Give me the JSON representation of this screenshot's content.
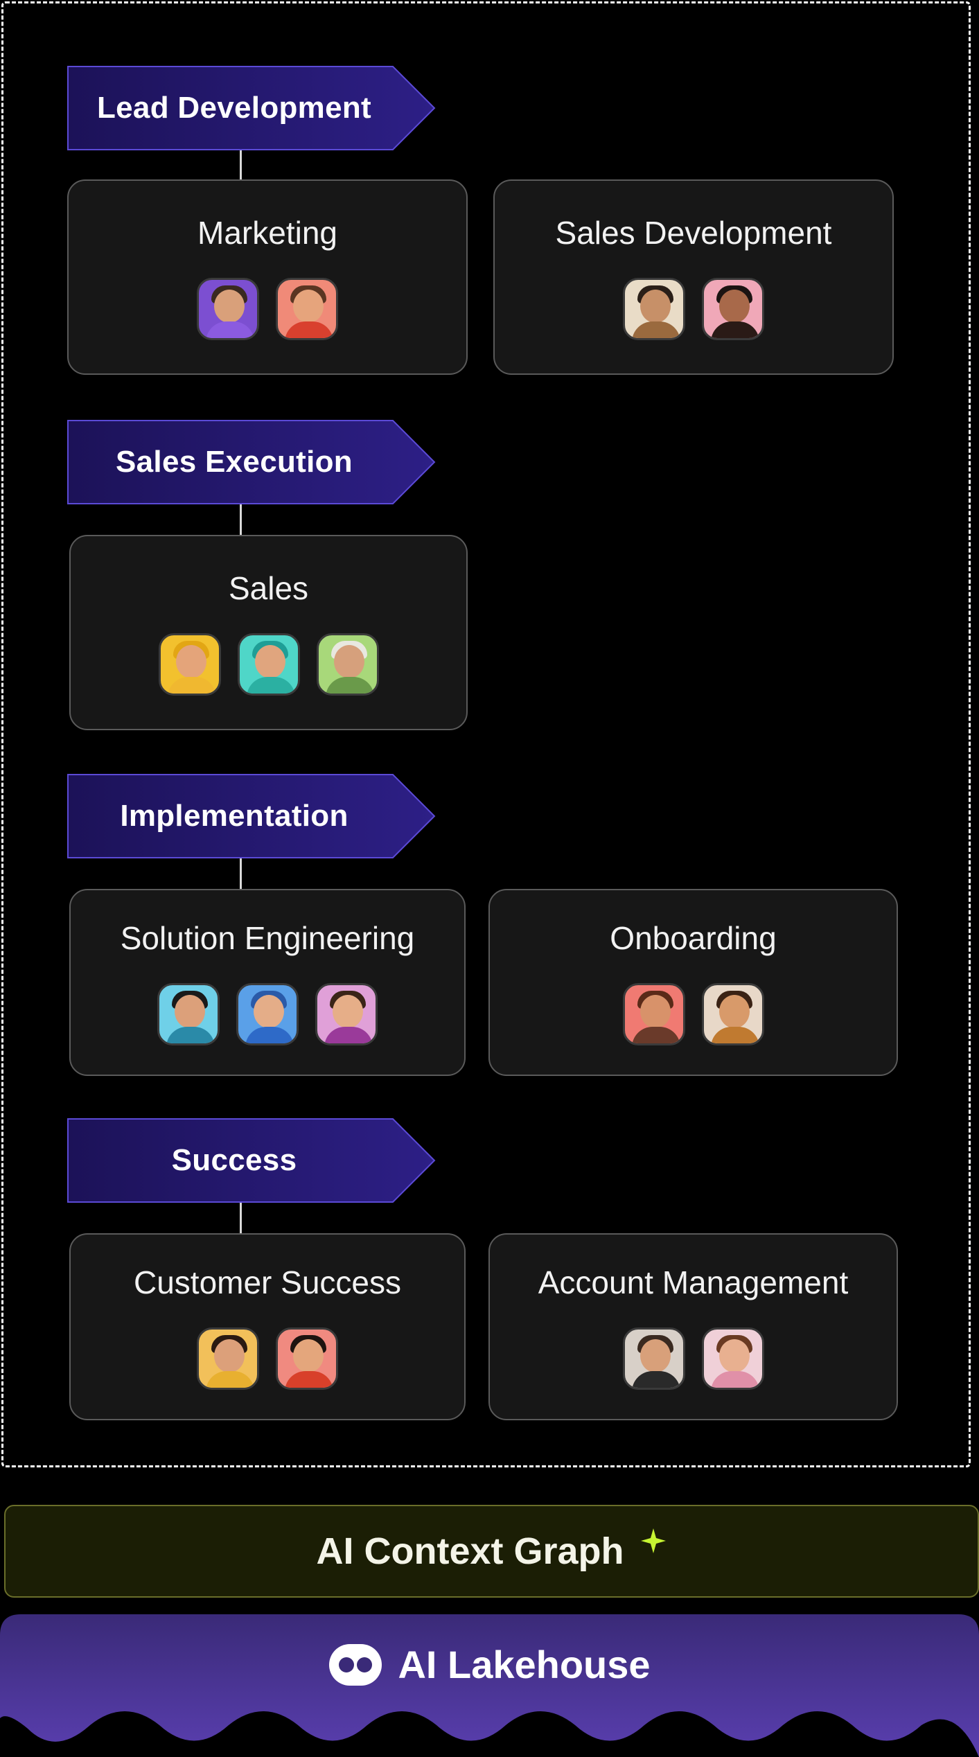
{
  "stages": [
    {
      "label": "Lead Development"
    },
    {
      "label": "Sales Execution"
    },
    {
      "label": "Implementation"
    },
    {
      "label": "Success"
    }
  ],
  "teams": {
    "marketing": {
      "title": "Marketing"
    },
    "sales_development": {
      "title": "Sales Development"
    },
    "sales": {
      "title": "Sales"
    },
    "solution_engineering": {
      "title": "Solution Engineering"
    },
    "onboarding": {
      "title": "Onboarding"
    },
    "customer_success": {
      "title": "Customer Success"
    },
    "account_management": {
      "title": "Account Management"
    }
  },
  "context_graph": {
    "label": "AI Context Graph"
  },
  "lakehouse": {
    "label": "AI Lakehouse"
  },
  "colors": {
    "stage_fill": "#24186e",
    "context_bg": "#1b1e05",
    "lakehouse_fill": "#4a3590",
    "sparkle": "#c6f432"
  },
  "icons": [
    "sparkle-icon",
    "lakehouse-logo-icon"
  ]
}
